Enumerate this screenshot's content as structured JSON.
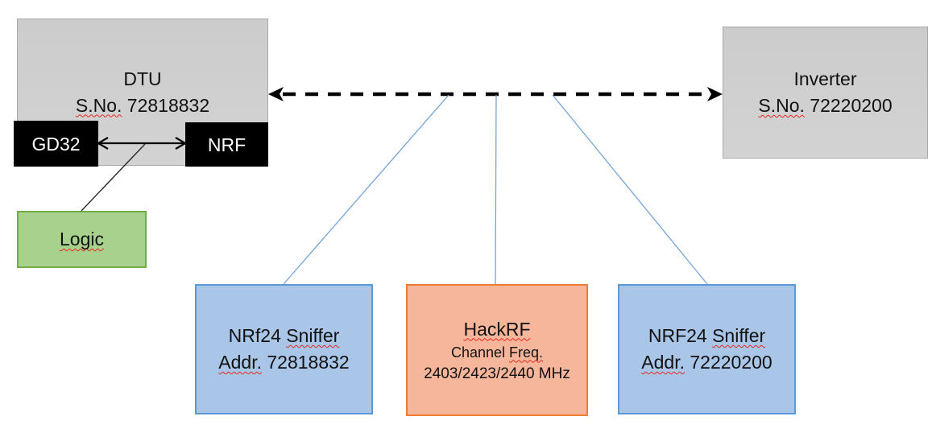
{
  "nodes": {
    "dtu": {
      "title": "DTU",
      "serial_label": "S.No.",
      "serial": "72818832"
    },
    "gd32": {
      "label": "GD32"
    },
    "nrf": {
      "label": "NRF"
    },
    "logic": {
      "label": "Logic"
    },
    "inverter": {
      "title": "Inverter",
      "serial_label": "S.No.",
      "serial": "72220200"
    },
    "sniffer_left": {
      "name": "NRf24",
      "name_word": "Sniffer",
      "addr_label": "Addr.",
      "addr": "72818832"
    },
    "hackrf": {
      "title": "HackRF",
      "channel_label": "Channel",
      "channel_word": "Freq.",
      "frequencies": "2403/2423/2440 MHz"
    },
    "sniffer_right": {
      "name": "NRF24",
      "name_word": "Sniffer",
      "addr_label": "Addr.",
      "addr": "72220200"
    }
  },
  "colors": {
    "background": "#FFFFFF",
    "gray_box_fill": "#D0D0D0",
    "gray_box_border": "#A9A9A9",
    "chip_box_fill": "#000000",
    "chip_box_text": "#FFFFFF",
    "green_box_fill": "#A9D18E",
    "green_box_border": "#70AD47",
    "blue_box_fill": "#A9C6E8",
    "blue_box_border": "#5B9BD5",
    "orange_box_fill": "#F6B69C",
    "orange_box_border": "#ED7D31",
    "connector_blue": "#74A3D6",
    "arrow_black": "#000000",
    "spellcheck_red": "#E8281E"
  }
}
